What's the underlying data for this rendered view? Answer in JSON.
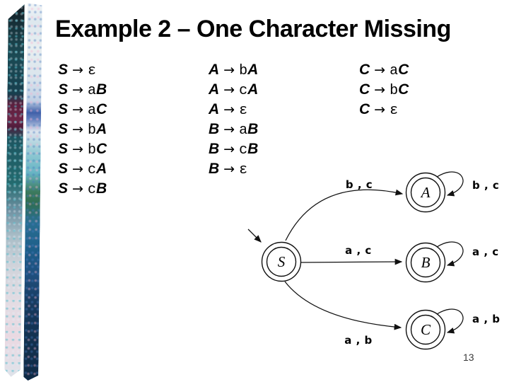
{
  "title": "Example 2 – One Character Missing",
  "page_number": "13",
  "grammar": {
    "arrow": "→",
    "columns": [
      {
        "rules": [
          {
            "lhs": "S",
            "term": "ε",
            "nt": ""
          },
          {
            "lhs": "S",
            "term": "a",
            "nt": "B"
          },
          {
            "lhs": "S",
            "term": "a",
            "nt": "C"
          },
          {
            "lhs": "S",
            "term": "b",
            "nt": "A"
          },
          {
            "lhs": "S",
            "term": "b",
            "nt": "C"
          },
          {
            "lhs": "S",
            "term": "c",
            "nt": "A"
          },
          {
            "lhs": "S",
            "term": "c",
            "nt": "B"
          }
        ]
      },
      {
        "rules": [
          {
            "lhs": "A",
            "term": "b",
            "nt": "A"
          },
          {
            "lhs": "A",
            "term": "c",
            "nt": "A"
          },
          {
            "lhs": "A",
            "term": "ε",
            "nt": ""
          },
          {
            "lhs": "B",
            "term": "a",
            "nt": "B"
          },
          {
            "lhs": "B",
            "term": "c",
            "nt": "B"
          },
          {
            "lhs": "B",
            "term": "ε",
            "nt": ""
          }
        ]
      },
      {
        "rules": [
          {
            "lhs": "C",
            "term": "a",
            "nt": "C"
          },
          {
            "lhs": "C",
            "term": "b",
            "nt": "C"
          },
          {
            "lhs": "C",
            "term": "ε",
            "nt": ""
          }
        ]
      }
    ]
  },
  "diagram": {
    "type": "finite-automaton",
    "start_state": "S",
    "states": [
      {
        "label": "S",
        "accepting": true
      },
      {
        "label": "A",
        "accepting": true
      },
      {
        "label": "B",
        "accepting": true
      },
      {
        "label": "C",
        "accepting": true
      }
    ],
    "edges": [
      {
        "from": "S",
        "to": "A",
        "label": "b , c"
      },
      {
        "from": "S",
        "to": "B",
        "label": "a , c"
      },
      {
        "from": "S",
        "to": "C",
        "label": "a , b"
      }
    ],
    "loops": [
      {
        "state": "A",
        "label": "b , c"
      },
      {
        "state": "B",
        "label": "a , c"
      },
      {
        "state": "C",
        "label": "a , b"
      }
    ]
  }
}
